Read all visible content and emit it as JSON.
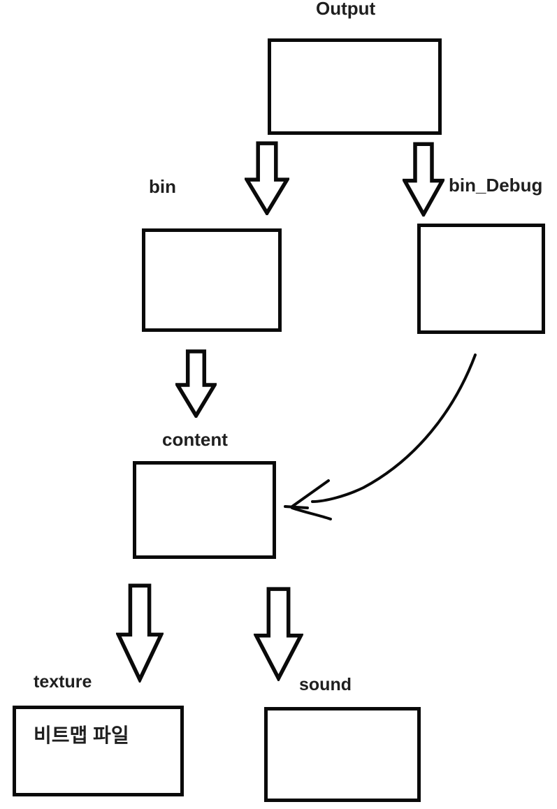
{
  "diagram": {
    "title": "",
    "background_color": "#ffffff",
    "line_color": "#0a0a0a",
    "text_color": "#1f1f1f",
    "nodes": {
      "output": {
        "label": "Output",
        "content": ""
      },
      "bin": {
        "label": "bin",
        "content": ""
      },
      "bin_debug": {
        "label": "bin_Debug",
        "content": ""
      },
      "content": {
        "label": "content",
        "content": ""
      },
      "texture": {
        "label": "texture",
        "content": "비트맵 파일"
      },
      "sound": {
        "label": "sound",
        "content": ""
      }
    },
    "edges": [
      {
        "from": "Output",
        "to": "bin",
        "style": "block-arrow-down"
      },
      {
        "from": "Output",
        "to": "bin_Debug",
        "style": "block-arrow-down"
      },
      {
        "from": "bin",
        "to": "content",
        "style": "block-arrow-down"
      },
      {
        "from": "bin_Debug",
        "to": "content",
        "style": "curved-hand-drawn-arrow"
      },
      {
        "from": "content",
        "to": "texture",
        "style": "block-arrow-down"
      },
      {
        "from": "content",
        "to": "sound",
        "style": "block-arrow-down"
      }
    ]
  }
}
